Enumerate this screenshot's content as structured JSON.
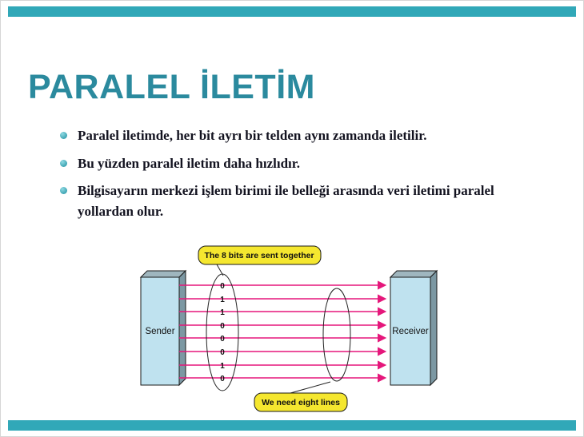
{
  "slide": {
    "title": "PARALEL İLETİM",
    "bullets": [
      "Paralel iletimde, her bit ayrı bir telden aynı zamanda iletilir.",
      "Bu yüzden paralel iletim daha hızlıdır.",
      "Bilgisayarın merkezi işlem birimi ile belleği arasında veri iletimi paralel yollardan olur."
    ]
  },
  "diagram": {
    "sender_label": "Sender",
    "receiver_label": "Receiver",
    "line_count": 8,
    "bits": [
      "0",
      "1",
      "1",
      "0",
      "0",
      "0",
      "1",
      "0"
    ],
    "callout_top": "The 8 bits are sent together",
    "callout_bottom": "We need eight lines"
  },
  "colors": {
    "accent_bar": "#31a8b8",
    "title": "#2b8a9e",
    "bullet_text": "#12121f",
    "line_pink": "#e5177b",
    "box_fill": "#bfe2ef",
    "box_top": "#9fb6be",
    "box_side": "#7c98a3",
    "callout_fill": "#f5e72f",
    "outline": "#1a1a1a"
  }
}
